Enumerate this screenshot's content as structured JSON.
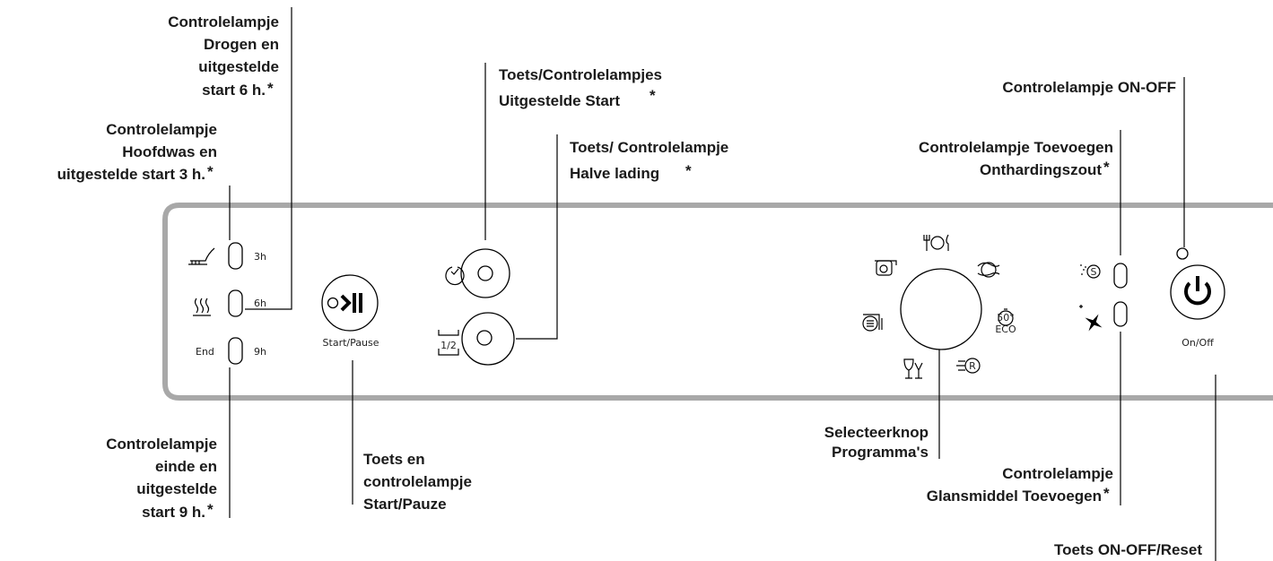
{
  "callouts": {
    "drogen": [
      "Controlelampje",
      "Drogen en",
      "uitgestelde",
      "start 6 h."
    ],
    "hoofdwas": [
      "Controlelampje",
      "Hoofdwas en",
      "uitgestelde start 3 h."
    ],
    "einde": [
      "Controlelampje",
      "einde en",
      "uitgestelde",
      "start 9 h."
    ],
    "start_pauze": [
      "Toets en",
      "controlelampje",
      "Start/Pauze"
    ],
    "uitgestelde": [
      "Toets/Controlelampjes",
      "Uitgestelde Start"
    ],
    "halve": [
      "Toets/ Controlelampje",
      "Halve lading"
    ],
    "selecteer": [
      "Selecteerknop",
      "Programma's"
    ],
    "onoff_lamp": [
      "Controlelampje ON-OFF"
    ],
    "zout": [
      "Controlelampje Toevoegen",
      "Onthardingszout"
    ],
    "glans": [
      "Controlelampje",
      "Glansmiddel Toevoegen"
    ],
    "reset": [
      "Toets ON-OFF/Reset"
    ],
    "asterisk": "*"
  },
  "panel": {
    "indicators": {
      "h3": "3h",
      "h6": "6h",
      "h9": "9h",
      "end": "End"
    },
    "start_label": "Start/Pause",
    "onoff_label": "On/Off",
    "half_label": "1/2",
    "eco_label": "50°",
    "eco_sub": "ECO",
    "rinse_aid_label": "S",
    "rapid_label": "R"
  }
}
